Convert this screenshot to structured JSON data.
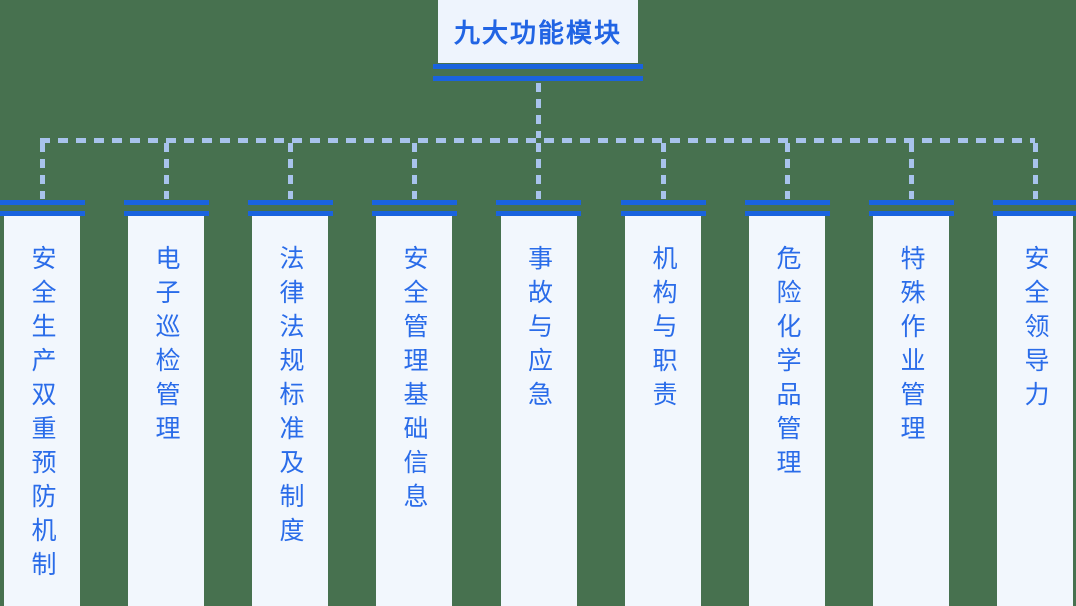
{
  "root": {
    "label": "九大功能模块"
  },
  "modules": [
    {
      "label": "安全生产双重预防机制"
    },
    {
      "label": "电子巡检管理"
    },
    {
      "label": "法律法规标准及制度"
    },
    {
      "label": "安全管理基础信息"
    },
    {
      "label": "事故与应急"
    },
    {
      "label": "机构与职责"
    },
    {
      "label": "危险化学品管理"
    },
    {
      "label": "特殊作业管理"
    },
    {
      "label": "安全领导力"
    }
  ],
  "theme": {
    "background": "#47714f",
    "node_bg": "#f2f7fd",
    "root_bg": "#eef4fd",
    "bar_color": "#1a63de",
    "dash_color": "#a8c3ec",
    "root_text_color": "#2164e4",
    "module_text_color": "#2a6ce9"
  }
}
